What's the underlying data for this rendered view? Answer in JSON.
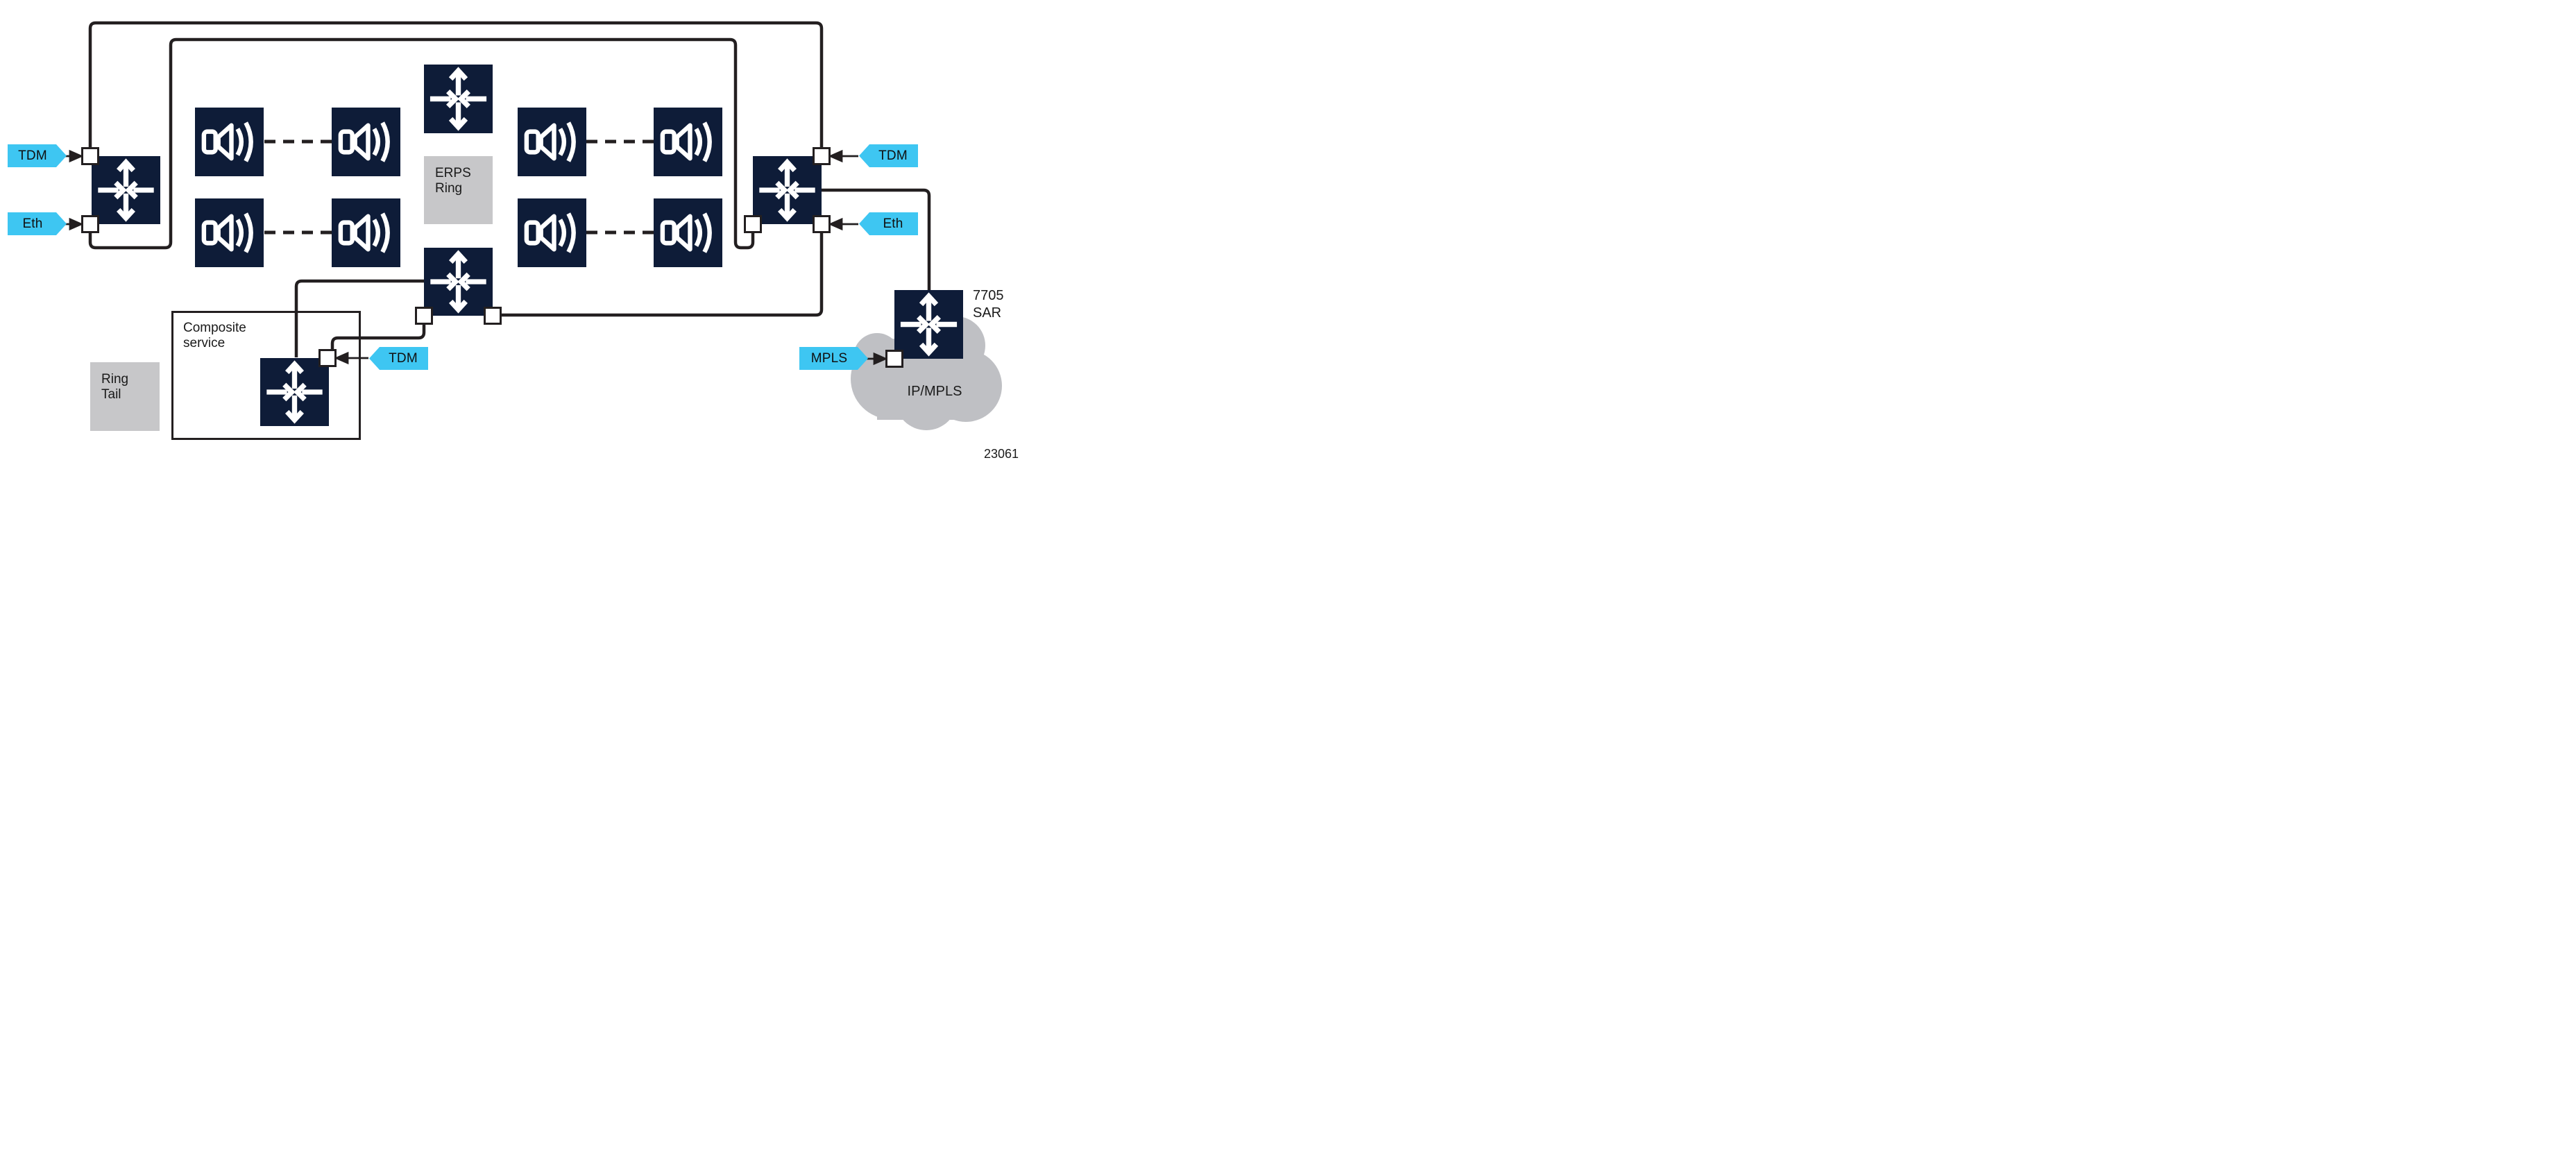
{
  "figure_number": "23061",
  "colors": {
    "node_navy": "#0e1c38",
    "line_black": "#231f20",
    "service_cyan": "#3ec6f2",
    "box_gray": "#c7c7c9",
    "cloud_gray": "#bfc0c4",
    "glyph_white": "#ffffff"
  },
  "labels": {
    "tdm_left": "TDM",
    "eth_left": "Eth",
    "tdm_right": "TDM",
    "eth_right": "Eth",
    "tdm_composite": "TDM",
    "mpls": "MPLS"
  },
  "boxes": {
    "erps": {
      "line1": "ERPS",
      "line2": "Ring"
    },
    "ring_tail": {
      "line1": "Ring",
      "line2": "Tail"
    },
    "composite": {
      "line1": "Composite",
      "line2": "service"
    },
    "sar": {
      "line1": "7705",
      "line2": "SAR"
    },
    "cloud": {
      "label": "IP/MPLS"
    }
  },
  "icons": {
    "router": "router-cross-arrows-icon",
    "radio": "microwave-radio-icon"
  }
}
